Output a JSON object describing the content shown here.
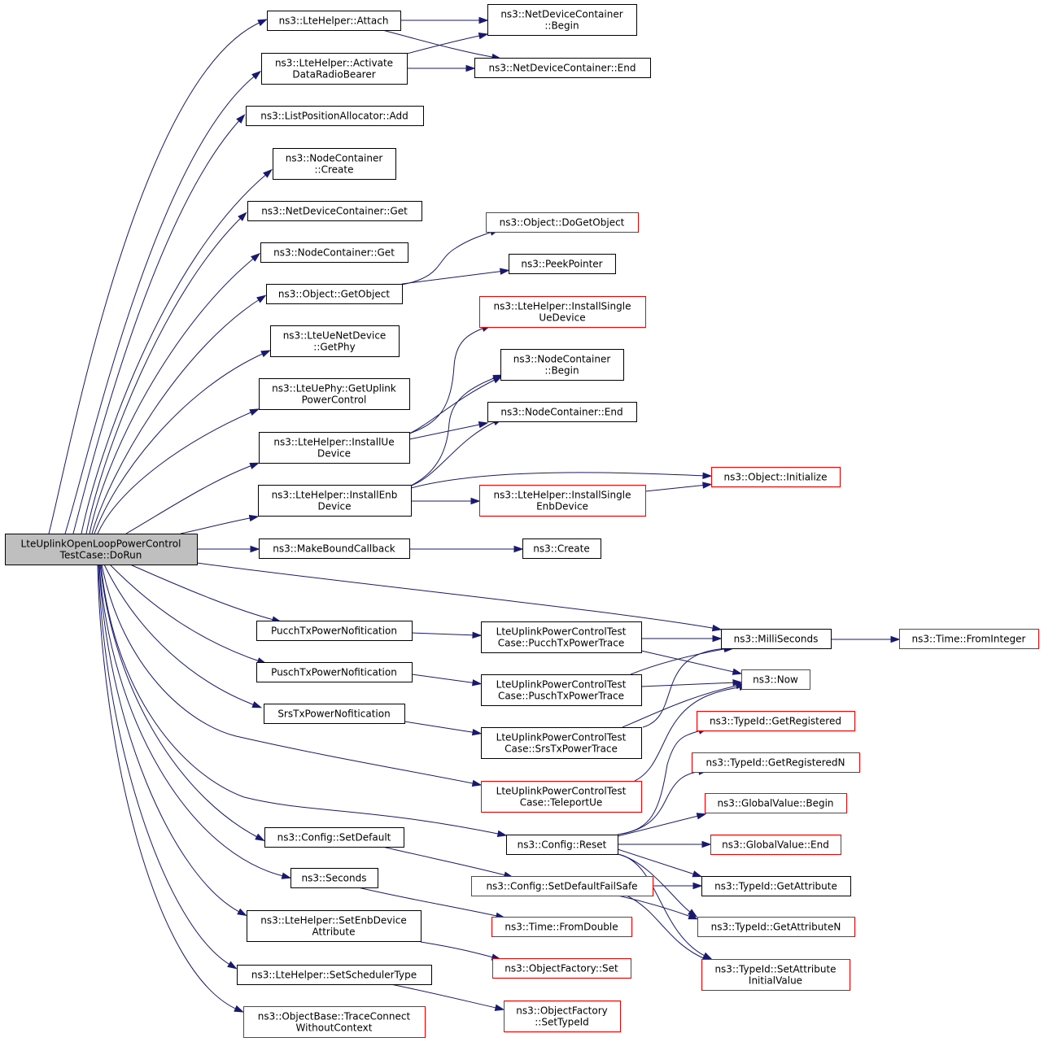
{
  "colors": {
    "edge": "#191970",
    "border_normal": "#000000",
    "border_red": "#ff0000",
    "root_fill": "#bfbfbf",
    "node_fill": "#ffffff"
  },
  "nodes": {
    "root": {
      "lines": [
        "LteUplinkOpenLoopPowerControl",
        "TestCase::DoRun"
      ],
      "style": "root"
    },
    "attach": {
      "lines": [
        "ns3::LteHelper::Attach"
      ],
      "style": "normal"
    },
    "activate": {
      "lines": [
        "ns3::LteHelper::Activate",
        "DataRadioBearer"
      ],
      "style": "normal"
    },
    "ndc_begin": {
      "lines": [
        "ns3::NetDeviceContainer",
        "::Begin"
      ],
      "style": "normal"
    },
    "ndc_end": {
      "lines": [
        "ns3::NetDeviceContainer::End"
      ],
      "style": "normal"
    },
    "lpa_add": {
      "lines": [
        "ns3::ListPositionAllocator::Add"
      ],
      "style": "normal"
    },
    "nc_create": {
      "lines": [
        "ns3::NodeContainer",
        "::Create"
      ],
      "style": "normal"
    },
    "ndc_get": {
      "lines": [
        "ns3::NetDeviceContainer::Get"
      ],
      "style": "normal"
    },
    "nc_get": {
      "lines": [
        "ns3::NodeContainer::Get"
      ],
      "style": "normal"
    },
    "obj_getobject": {
      "lines": [
        "ns3::Object::GetObject"
      ],
      "style": "normal"
    },
    "obj_dogetobject": {
      "lines": [
        "ns3::Object::DoGetObject"
      ],
      "style": "red"
    },
    "peekpointer": {
      "lines": [
        "ns3::PeekPointer"
      ],
      "style": "normal"
    },
    "ltue_getphy": {
      "lines": [
        "ns3::LteUeNetDevice",
        "::GetPhy"
      ],
      "style": "normal"
    },
    "ltuephy_getuplink": {
      "lines": [
        "ns3::LteUePhy::GetUplink",
        "PowerControl"
      ],
      "style": "normal"
    },
    "install_ue": {
      "lines": [
        "ns3::LteHelper::InstallUe",
        "Device"
      ],
      "style": "normal"
    },
    "install_single_ue": {
      "lines": [
        "ns3::LteHelper::InstallSingle",
        "UeDevice"
      ],
      "style": "red"
    },
    "nc_begin": {
      "lines": [
        "ns3::NodeContainer",
        "::Begin"
      ],
      "style": "normal"
    },
    "nc_end": {
      "lines": [
        "ns3::NodeContainer::End"
      ],
      "style": "normal"
    },
    "install_enb": {
      "lines": [
        "ns3::LteHelper::InstallEnb",
        "Device"
      ],
      "style": "normal"
    },
    "obj_initialize": {
      "lines": [
        "ns3::Object::Initialize"
      ],
      "style": "red"
    },
    "install_single_enb": {
      "lines": [
        "ns3::LteHelper::InstallSingle",
        "EnbDevice"
      ],
      "style": "red"
    },
    "make_bound": {
      "lines": [
        "ns3::MakeBoundCallback"
      ],
      "style": "normal"
    },
    "create": {
      "lines": [
        "ns3::Create"
      ],
      "style": "normal"
    },
    "milliseconds": {
      "lines": [
        "ns3::MilliSeconds"
      ],
      "style": "normal"
    },
    "time_frominteger": {
      "lines": [
        "ns3::Time::FromInteger"
      ],
      "style": "red"
    },
    "pucch_nof": {
      "lines": [
        "PucchTxPowerNofitication"
      ],
      "style": "normal"
    },
    "pusch_nof": {
      "lines": [
        "PuschTxPowerNofitication"
      ],
      "style": "normal"
    },
    "srs_nof": {
      "lines": [
        "SrsTxPowerNofitication"
      ],
      "style": "normal"
    },
    "pucch_trace": {
      "lines": [
        "LteUplinkPowerControlTest",
        "Case::PucchTxPowerTrace"
      ],
      "style": "normal"
    },
    "pusch_trace": {
      "lines": [
        "LteUplinkPowerControlTest",
        "Case::PuschTxPowerTrace"
      ],
      "style": "normal"
    },
    "srs_trace": {
      "lines": [
        "LteUplinkPowerControlTest",
        "Case::SrsTxPowerTrace"
      ],
      "style": "normal"
    },
    "now": {
      "lines": [
        "ns3::Now"
      ],
      "style": "red"
    },
    "teleport": {
      "lines": [
        "LteUplinkPowerControlTest",
        "Case::TeleportUe"
      ],
      "style": "red"
    },
    "typeid_getregistered": {
      "lines": [
        "ns3::TypeId::GetRegistered"
      ],
      "style": "red"
    },
    "typeid_getregisteredn": {
      "lines": [
        "ns3::TypeId::GetRegisteredN"
      ],
      "style": "red"
    },
    "gv_begin": {
      "lines": [
        "ns3::GlobalValue::Begin"
      ],
      "style": "red"
    },
    "gv_end": {
      "lines": [
        "ns3::GlobalValue::End"
      ],
      "style": "red"
    },
    "config_reset": {
      "lines": [
        "ns3::Config::Reset"
      ],
      "style": "normal"
    },
    "config_setdefault": {
      "lines": [
        "ns3::Config::SetDefault"
      ],
      "style": "normal"
    },
    "config_setdefaultfailsafe": {
      "lines": [
        "ns3::Config::SetDefaultFailSafe"
      ],
      "style": "red"
    },
    "typeid_getattribute": {
      "lines": [
        "ns3::TypeId::GetAttribute"
      ],
      "style": "normal"
    },
    "typeid_getattributen": {
      "lines": [
        "ns3::TypeId::GetAttributeN"
      ],
      "style": "red"
    },
    "typeid_setattrinit": {
      "lines": [
        "ns3::TypeId::SetAttribute",
        "InitialValue"
      ],
      "style": "red"
    },
    "seconds": {
      "lines": [
        "ns3::Seconds"
      ],
      "style": "normal"
    },
    "time_fromdouble": {
      "lines": [
        "ns3::Time::FromDouble"
      ],
      "style": "red"
    },
    "set_enb_attr": {
      "lines": [
        "ns3::LteHelper::SetEnbDevice",
        "Attribute"
      ],
      "style": "normal"
    },
    "objfactory_set": {
      "lines": [
        "ns3::ObjectFactory::Set"
      ],
      "style": "red"
    },
    "set_scheduler": {
      "lines": [
        "ns3::LteHelper::SetSchedulerType"
      ],
      "style": "normal"
    },
    "objfactory_settypeid": {
      "lines": [
        "ns3::ObjectFactory",
        "::SetTypeId"
      ],
      "style": "red"
    },
    "trace_connect": {
      "lines": [
        "ns3::ObjectBase::TraceConnect",
        "WithoutContext"
      ],
      "style": "red"
    }
  }
}
